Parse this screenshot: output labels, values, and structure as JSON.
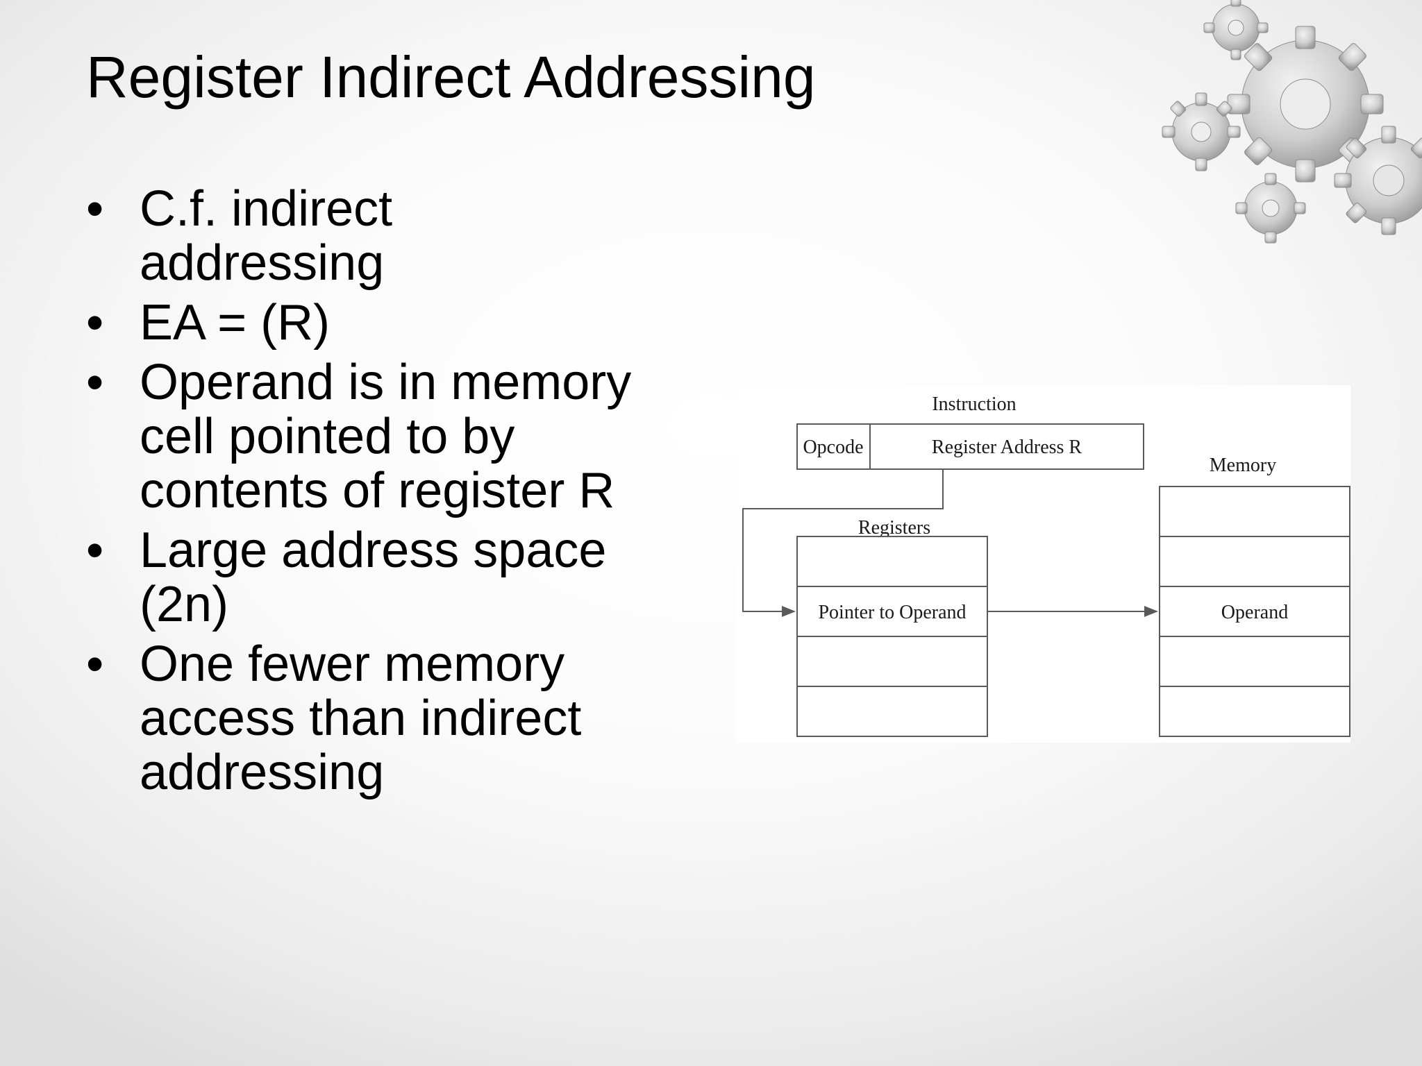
{
  "slide": {
    "title": "Register Indirect Addressing",
    "bullets": [
      {
        "lines": [
          "C.f. indirect",
          "addressing"
        ]
      },
      {
        "lines": [
          "EA = (R)"
        ]
      },
      {
        "lines": [
          "Operand is in memory",
          "cell pointed to by",
          "contents of register R"
        ]
      },
      {
        "lines": [
          "Large address space",
          "(2n)"
        ]
      },
      {
        "lines": [
          "One fewer memory",
          "access than indirect",
          "addressing"
        ]
      }
    ],
    "bullet_symbol": "•"
  },
  "diagram": {
    "instruction_label": "Instruction",
    "opcode_label": "Opcode",
    "register_address_label": "Register Address R",
    "registers_label": "Registers",
    "pointer_label": "Pointer to Operand",
    "memory_label": "Memory",
    "operand_label": "Operand"
  },
  "decoration": {
    "icon": "gears-icon",
    "color": "#c8c8c8"
  }
}
